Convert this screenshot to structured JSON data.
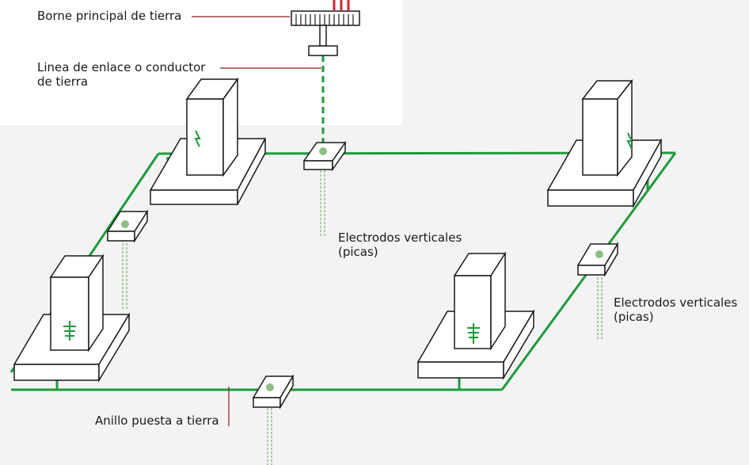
{
  "labels": {
    "main_terminal": "Borne principal de tierra",
    "link_line": "Linea de enlace o conductor\nde tierra",
    "electrodes_center": "Electrodos verticales\n(picas)",
    "electrodes_right": "Electrodos verticales\n(picas)",
    "ring": "Anillo puesta a tierra"
  },
  "colors": {
    "conductor": "#1f9a3c",
    "outline": "#1a1a1a",
    "leader": "#8a1c24",
    "electrode": "#8fbf86",
    "terminal_wires": "#d0262b"
  }
}
